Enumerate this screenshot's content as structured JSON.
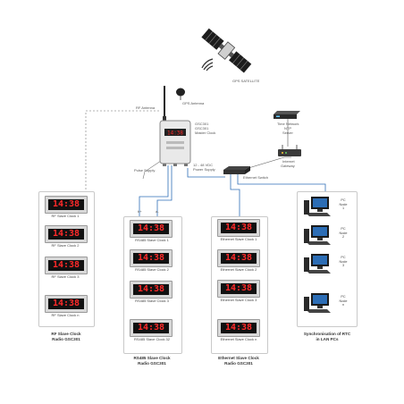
{
  "labels": {
    "satellite": "GPS SATELLITE",
    "rf_antenna": "RF Antenna",
    "gps_antenna": "GPS Antenna",
    "master_1": "GSC301",
    "master_2": "GSC301",
    "master_3": "Master Clock",
    "pulse_supply": "Pulse Supply",
    "power_supply_1": "12 - 48 VDC",
    "power_supply_2": "Power Supply",
    "ethernet_switch": "Ethernet Switch",
    "server_1": "Time Network",
    "server_2": "NTP",
    "server_3": "Server",
    "gateway_1": "Internet",
    "gateway_2": "Gateway",
    "bus_minus": "b+",
    "bus_plus": "a-"
  },
  "rf_group": {
    "caption_1": "RF Slave Clock",
    "caption_2": "Radio GSC301",
    "clocks": [
      {
        "time": "14:38",
        "label": "RF Slave Clock 1"
      },
      {
        "time": "14:38",
        "label": "RF Slave Clock 2"
      },
      {
        "time": "14:38",
        "label": "RF Slave Clock 3"
      },
      {
        "time": "14:38",
        "label": "RF Slave Clock n"
      }
    ]
  },
  "rs485_group": {
    "caption_1": "RS485 Slave Clock",
    "caption_2": "Radio GSC301",
    "clocks": [
      {
        "time": "14:38",
        "label": "RS485 Slave Clock 1"
      },
      {
        "time": "14:38",
        "label": "RS485 Slave Clock 2"
      },
      {
        "time": "14:38",
        "label": "RS485 Slave Clock 3"
      },
      {
        "time": "14:38",
        "label": "RS485 Slave Clock 32"
      }
    ]
  },
  "ethernet_group": {
    "caption_1": "Ethernet Slave Clock",
    "caption_2": "Radio GSC301",
    "clocks": [
      {
        "time": "14:38",
        "label": "Ethernet Slave Clock 1"
      },
      {
        "time": "14:38",
        "label": "Ethernet Slave Clock 2"
      },
      {
        "time": "14:38",
        "label": "Ethernet Slave Clock 3"
      },
      {
        "time": "14:38",
        "label": "Ethernet Slave Clock n"
      }
    ]
  },
  "pc_group": {
    "caption_1": "Synchronisation of RTC",
    "caption_2": "in LAN PCs",
    "nodes": [
      {
        "line1": "PC",
        "line2": "Node",
        "line3": "1"
      },
      {
        "line1": "PC",
        "line2": "Node",
        "line3": "2"
      },
      {
        "line1": "PC",
        "line2": "Node",
        "line3": "3"
      },
      {
        "line1": "PC",
        "line2": "Node",
        "line3": "n"
      }
    ]
  },
  "colors": {
    "wire_blue": "#2f6fb7",
    "wire_dashed": "#9a9a9a",
    "clock_digits": "#ff2a2a"
  }
}
